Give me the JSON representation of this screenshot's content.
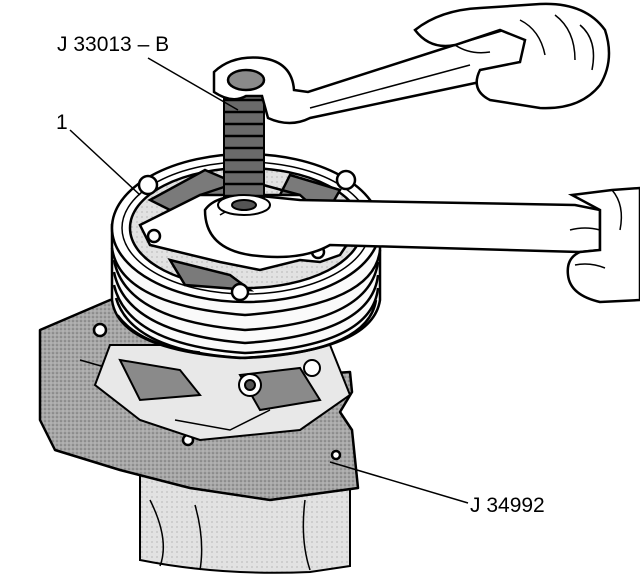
{
  "callouts": {
    "tool_top": "J 33013 – B",
    "part_1": "1",
    "tool_bottom": "J 34992"
  },
  "colors": {
    "ink": "#000000",
    "shade": "#9a9a9a",
    "light": "#d4d4d4",
    "paper": "#ffffff"
  }
}
